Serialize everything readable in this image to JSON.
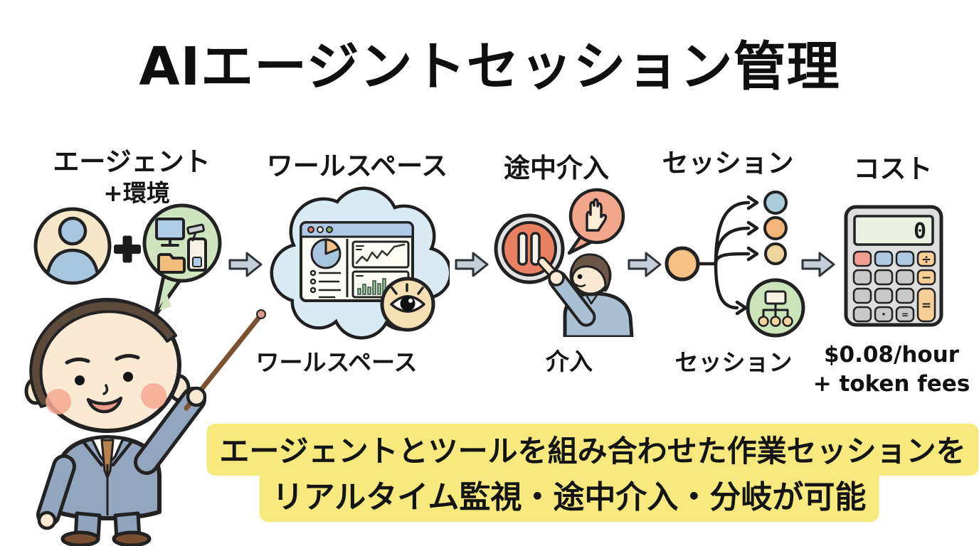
{
  "title": "AIエージントセッション管理",
  "steps": {
    "agent": {
      "header": "エージェント",
      "subheader": "+環境"
    },
    "workspace": {
      "header": "ワールスペース",
      "caption": "ワールスペース"
    },
    "intervention": {
      "header": "途中介入",
      "caption": "介入"
    },
    "session": {
      "header": "セッション",
      "caption": "セッション"
    },
    "cost": {
      "header": "コスト",
      "price": "$0.08/hour",
      "price_note": "+ token fees"
    }
  },
  "calculator": {
    "display": "0",
    "divide": "÷",
    "minus": "−",
    "equals": "=",
    "dot": "·"
  },
  "footer": {
    "line1": "エージェントとツールを組み合わせた作業セッションを",
    "line2": "リアルタイム監視・途中介入・分岐が可能"
  },
  "colors": {
    "highlight": "#F7E97E",
    "agent_circle": "#F6E7C8",
    "person_blue": "#A9C6DF",
    "env_bubble": "#CFE5C0",
    "cloud_blue": "#D9EAF3",
    "arrow_gray": "#C5CDD6",
    "pause_orange": "#E88164",
    "hand_bubble_salmon": "#F2A68C",
    "session_orange": "#F5C283",
    "node_blue": "#A9CBDA",
    "node_orange": "#F4B678",
    "node_tan": "#F0D49E",
    "tree_green": "#CBE4BA",
    "calc_orange": "#F7CE96",
    "suit_blue": "#92A6BF",
    "skin": "#FBEAD3"
  }
}
